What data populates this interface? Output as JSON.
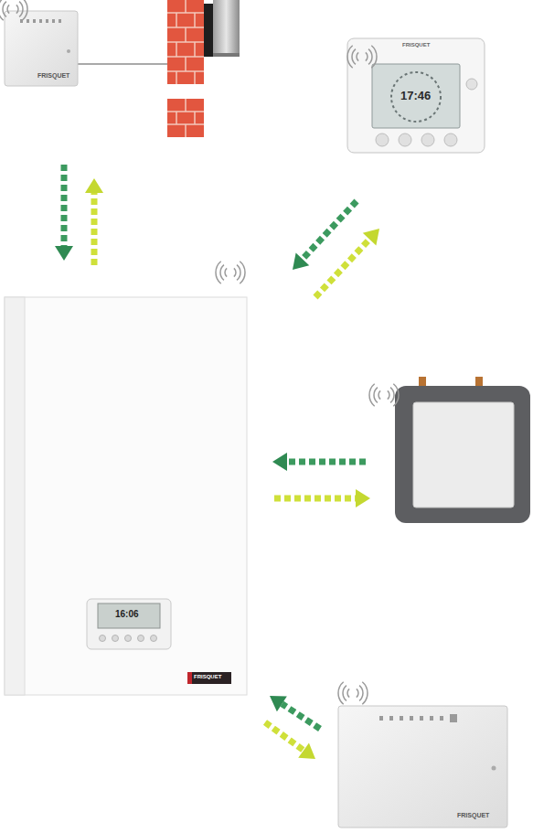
{
  "diagram": {
    "nodes": [
      {
        "text": [
          "FRISQUET"
        ]
      },
      {
        "text": [
          "FRISQUET",
          "17:46"
        ]
      },
      {
        "text": [
          "16:06",
          "FRISQUET"
        ]
      },
      {
        "text": [
          "FRISQUET"
        ]
      }
    ],
    "edges": [
      {
        "from": 0,
        "to": 2,
        "arrow": "to"
      },
      {
        "from": 2,
        "to": 0,
        "arrow": "to"
      },
      {
        "from": 1,
        "to": 2,
        "arrow": "to"
      },
      {
        "from": 2,
        "to": 1,
        "arrow": "to"
      },
      {
        "from": 3,
        "to": 2,
        "arrow": "to"
      },
      {
        "from": 2,
        "to": 3,
        "arrow": "to"
      }
    ]
  }
}
